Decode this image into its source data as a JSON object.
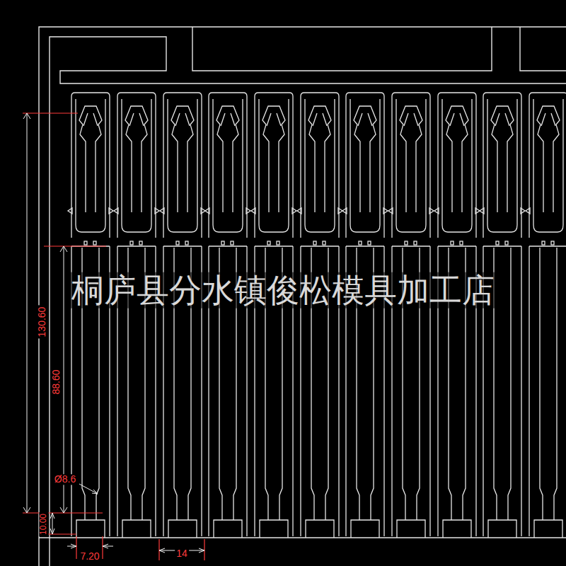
{
  "diagram": {
    "labels": [
      "桐庐县分水镇俊松模具加工店",
      "130.60",
      "88.60",
      "Ø8.6",
      "10.00",
      "7.20",
      "14"
    ]
  }
}
